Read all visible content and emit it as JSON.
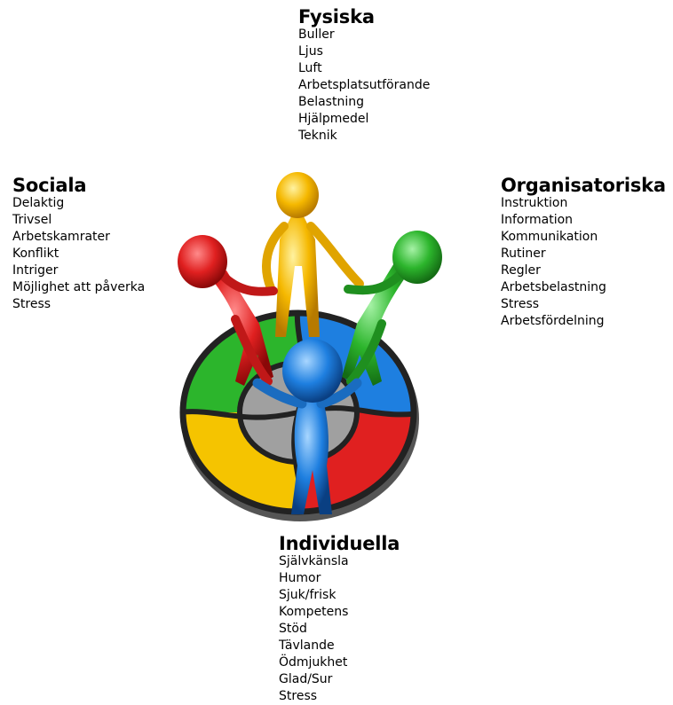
{
  "groups": {
    "fysiska": {
      "title": "Fysiska",
      "items": [
        "Buller",
        "Ljus",
        "Luft",
        "Arbetsplatsutförande",
        "Belastning",
        "Hjälpmedel",
        "Teknik"
      ]
    },
    "sociala": {
      "title": "Sociala",
      "items": [
        "Delaktig",
        "Trivsel",
        "Arbetskamrater",
        "Konflikt",
        "Intriger",
        "Möjlighet att påverka",
        "Stress"
      ]
    },
    "organisatoriska": {
      "title": "Organisatoriska",
      "items": [
        "Instruktion",
        "Information",
        "Kommunikation",
        "Rutiner",
        "Regler",
        "Arbetsbelastning",
        "Stress",
        "Arbetsfördelning"
      ]
    },
    "individuella": {
      "title": "Individuella",
      "items": [
        "Självkänsla",
        "Humor",
        "Sjuk/frisk",
        "Kompetens",
        "Stöd",
        "Tävlande",
        "Ödmjukhet",
        "Glad/Sur",
        "Stress"
      ]
    }
  },
  "colors": {
    "yellow": "#f5b800",
    "red": "#e02020",
    "green": "#2cb52c",
    "blue": "#1e7fe0",
    "outline": "#222222",
    "base_gray": "#8a8a8a"
  }
}
